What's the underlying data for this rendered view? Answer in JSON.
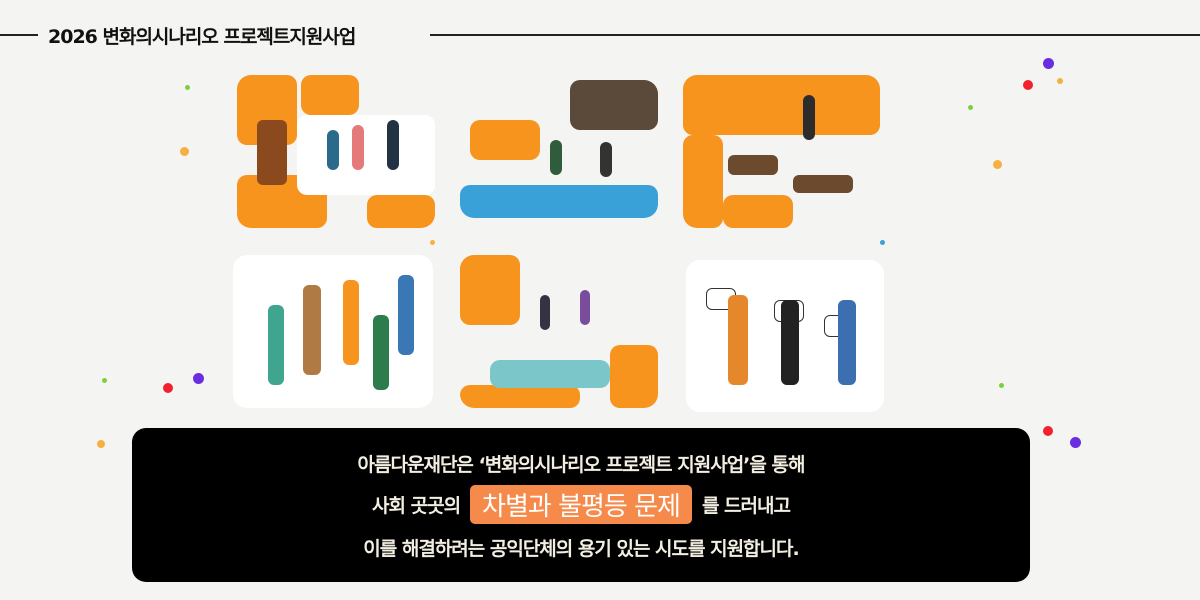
{
  "header": {
    "title": "2026 변화의시나리오 프로젝트지원사업"
  },
  "illustrations": [
    "community-gathering",
    "library-river",
    "workshop-tables",
    "crowd-conversation",
    "park-river",
    "people-holding-signs"
  ],
  "panel": {
    "line1": "아름다운재단은 ‘변화의시나리오 프로젝트 지원사업’을 통해",
    "line2_before": "사회 곳곳의",
    "line2_highlight": "차별과 불평등 문제",
    "line2_after": "를 드러내고",
    "line3": "이를 해결하려는 공익단체의 용기 있는 시도를 지원합니다."
  },
  "colors": {
    "accent": "#f7941d",
    "highlight": "#f58a4b",
    "panel": "#000000"
  }
}
